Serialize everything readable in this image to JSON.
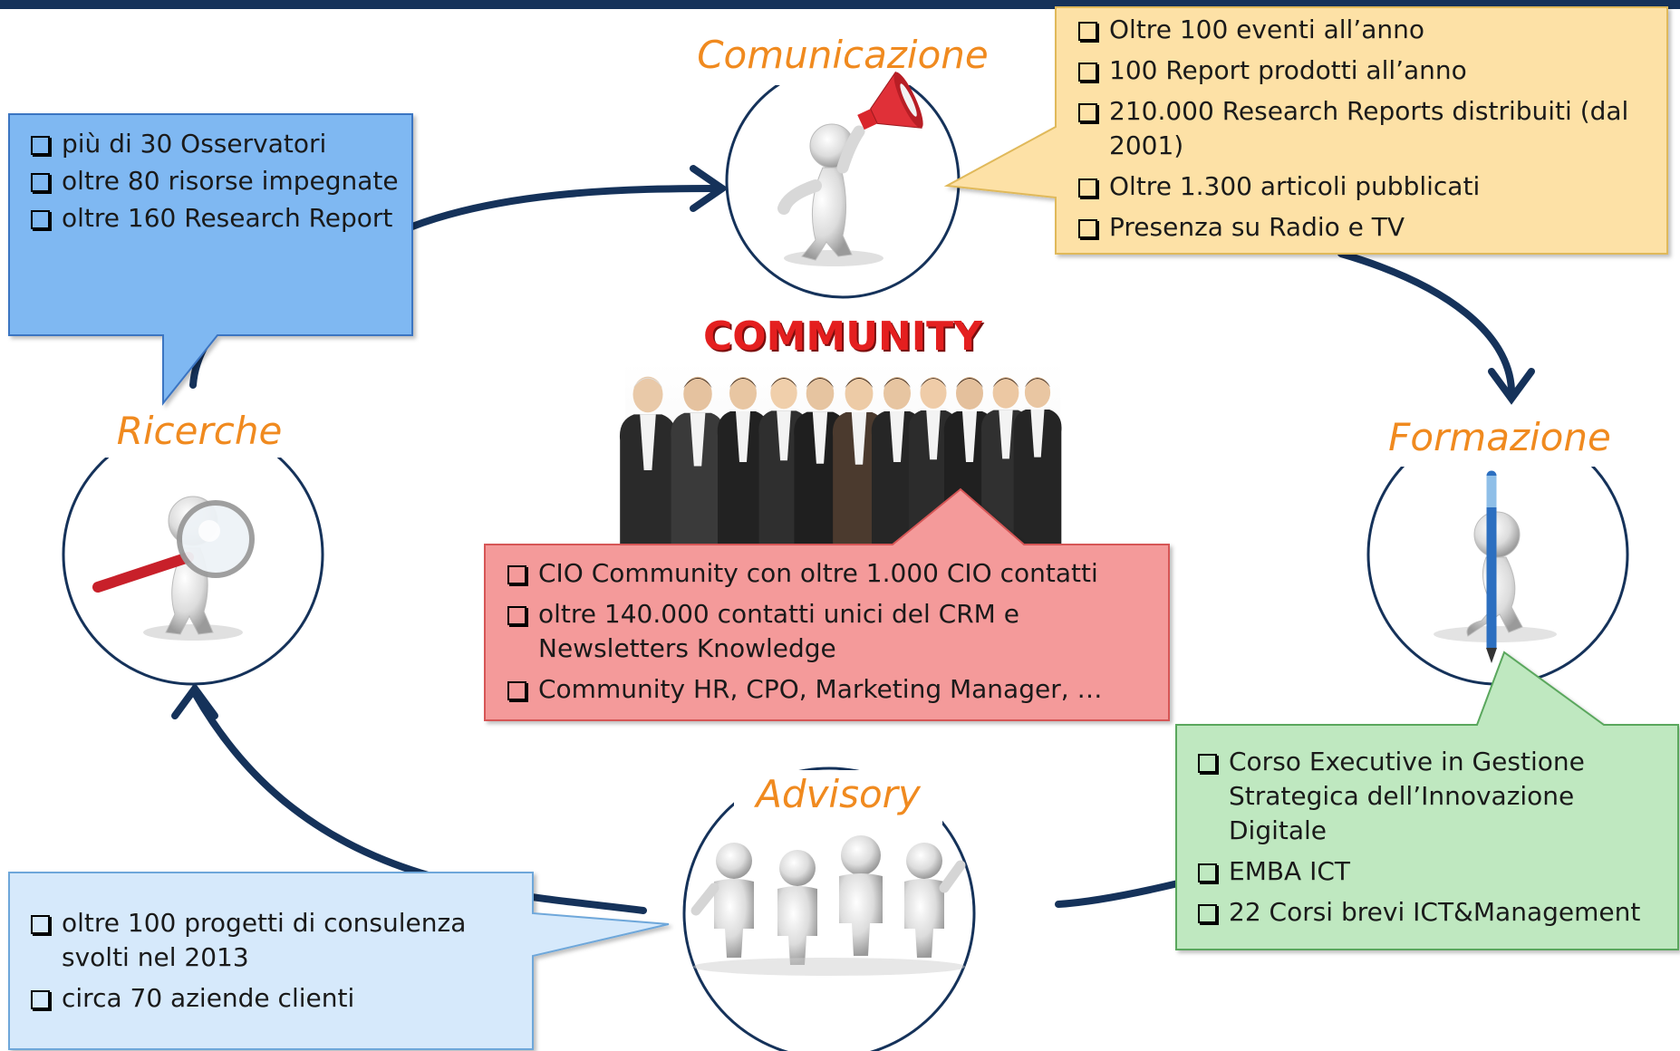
{
  "colors": {
    "header_bar": "#15325a",
    "stage_title": "#f08a1f",
    "community_title": "#e41f1f",
    "arrow": "#15325a",
    "ricerche_callout_fill": "#7fb8f2",
    "ricerche_callout_border": "#3b74c2",
    "comunicazione_callout_fill": "#fde1a6",
    "comunicazione_callout_border": "#e0b95a",
    "community_callout_fill": "#f49a9a",
    "community_callout_border": "#d65656",
    "formazione_callout_fill": "#bfe8c0",
    "formazione_callout_border": "#5aa75d",
    "advisory_callout_fill": "#d6e9fb",
    "advisory_callout_border": "#6ea7da"
  },
  "stages": {
    "comunicazione": {
      "title": "Comunicazione",
      "icon": "megaphone-figure-icon"
    },
    "ricerche": {
      "title": "Ricerche",
      "icon": "magnifying-glass-figure-icon"
    },
    "formazione": {
      "title": "Formazione",
      "icon": "pen-figure-icon"
    },
    "advisory": {
      "title": "Advisory",
      "icon": "group-of-figures-icon"
    }
  },
  "community": {
    "title": "COMMUNITY",
    "image": "business-people-group-photo"
  },
  "callouts": {
    "ricerche": {
      "items": [
        "più di 30 Osservatori",
        "oltre 80 risorse impegnate",
        "oltre 160 Research Report"
      ]
    },
    "comunicazione": {
      "items": [
        "Oltre 100 eventi all’anno",
        "100 Report prodotti all’anno",
        "210.000 Research Reports distribuiti (dal 2001)",
        "Oltre 1.300 articoli pubblicati",
        "Presenza su Radio e TV"
      ]
    },
    "community": {
      "items": [
        "CIO Community con oltre 1.000 CIO contatti",
        "oltre 140.000 contatti unici del CRM e Newsletters Knowledge",
        "Community HR, CPO, Marketing Manager, …"
      ]
    },
    "formazione": {
      "items": [
        "Corso Executive in Gestione Strategica dell’Innovazione Digitale",
        "EMBA ICT",
        "22 Corsi brevi ICT&Management"
      ]
    },
    "advisory": {
      "items": [
        "oltre 100 progetti di consulenza svolti nel 2013",
        "circa 70 aziende clienti"
      ]
    }
  }
}
